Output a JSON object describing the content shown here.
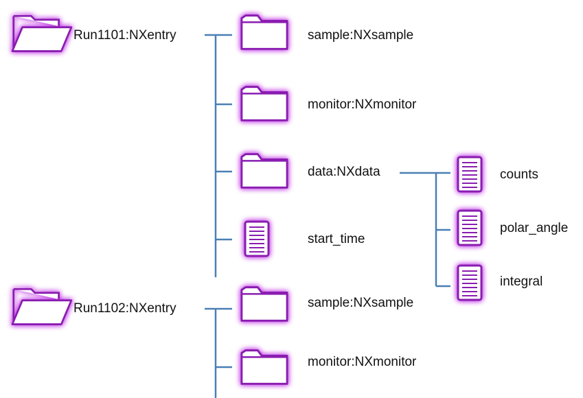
{
  "tree": {
    "entries": [
      {
        "label": "Run1101:NXentry",
        "children": [
          {
            "label": "sample:NXsample",
            "icon": "folder-icon"
          },
          {
            "label": "monitor:NXmonitor",
            "icon": "folder-icon"
          },
          {
            "label": "data:NXdata",
            "icon": "folder-icon",
            "children": [
              {
                "label": "counts",
                "icon": "document-icon"
              },
              {
                "label": "polar_angle",
                "icon": "document-icon"
              },
              {
                "label": "integral",
                "icon": "document-icon"
              }
            ]
          },
          {
            "label": "start_time",
            "icon": "document-icon"
          }
        ]
      },
      {
        "label": "Run1102:NXentry",
        "children": [
          {
            "label": "sample:NXsample",
            "icon": "folder-icon"
          },
          {
            "label": "monitor:NXmonitor",
            "icon": "folder-icon"
          }
        ]
      }
    ]
  },
  "colors": {
    "connector": "#4a7fb5",
    "glow": "#c23ee6",
    "icon_outline": "#8a1fb0",
    "icon_fill": "#f4d8fb"
  }
}
